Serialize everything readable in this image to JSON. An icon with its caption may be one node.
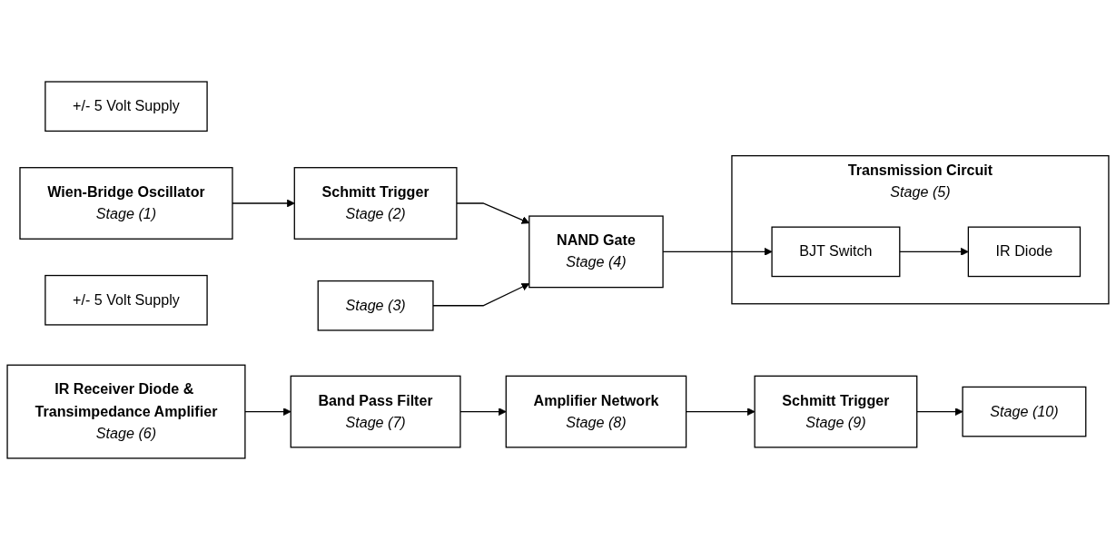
{
  "diagram": {
    "nodes": [
      {
        "text": [
          "+/- 5 Volt Supply"
        ]
      },
      {
        "text": [
          "Wien-Bridge Oscillator",
          "Stage (1)"
        ]
      },
      {
        "text": [
          "Schmitt Trigger",
          "Stage (2)"
        ]
      },
      {
        "text": [
          "Stage (3)"
        ]
      },
      {
        "text": [
          "NAND Gate",
          "Stage (4)"
        ]
      },
      {
        "text": [
          "Transmission Circuit",
          "Stage (5)"
        ]
      },
      {
        "text": [
          "BJT Switch"
        ],
        "in": 5
      },
      {
        "text": [
          "IR Diode"
        ],
        "in": 5
      },
      {
        "text": [
          "+/- 5 Volt Supply"
        ]
      },
      {
        "text": [
          "IR Receiver Diode & Transimpedance Amplifier",
          "Stage (6)"
        ]
      },
      {
        "text": [
          "Band Pass Filter",
          "Stage (7)"
        ]
      },
      {
        "text": [
          "Amplifier Network",
          "Stage (8)"
        ]
      },
      {
        "text": [
          "Schmitt Trigger",
          "Stage (9)"
        ]
      },
      {
        "text": [
          "Stage (10)"
        ]
      }
    ],
    "edges": [
      {
        "from": 1,
        "to": 2,
        "arrow": "to"
      },
      {
        "from": 2,
        "to": 4,
        "arrow": "to"
      },
      {
        "from": 3,
        "to": 4,
        "arrow": "to"
      },
      {
        "from": 4,
        "to": 6,
        "arrow": "to"
      },
      {
        "from": 6,
        "to": 7,
        "arrow": "to"
      },
      {
        "from": 9,
        "to": 10,
        "arrow": "to"
      },
      {
        "from": 10,
        "to": 11,
        "arrow": "to"
      },
      {
        "from": 11,
        "to": 12,
        "arrow": "to"
      },
      {
        "from": 12,
        "to": 13,
        "arrow": "to"
      }
    ]
  }
}
